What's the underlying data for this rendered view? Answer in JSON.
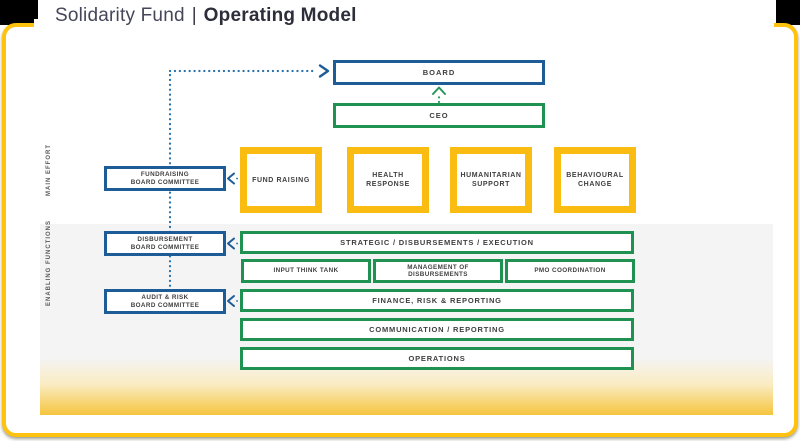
{
  "title": {
    "name": "Solidarity Fund",
    "separator": "|",
    "emphasis": "Operating Model"
  },
  "side_labels": {
    "main_effort": "MAIN EFFORT",
    "enabling_functions": "ENABLING FUNCTIONS"
  },
  "governance": {
    "board": "BOARD",
    "ceo": "CEO"
  },
  "committees": [
    {
      "line1": "FUNDRAISING",
      "line2": "BOARD COMMITTEE"
    },
    {
      "line1": "DISBURSEMENT",
      "line2": "BOARD COMMITTEE"
    },
    {
      "line1": "AUDIT & RISK",
      "line2": "BOARD COMMITTEE"
    }
  ],
  "main_effort_pillars": [
    {
      "line1": "FUND RAISING",
      "line2": ""
    },
    {
      "line1": "HEALTH",
      "line2": "RESPONSE"
    },
    {
      "line1": "HUMANITARIAN",
      "line2": "SUPPORT"
    },
    {
      "line1": "BEHAVIOURAL",
      "line2": "CHANGE"
    }
  ],
  "enabling_rows": {
    "strategic": "STRATEGIC / DISBURSEMENTS / EXECUTION",
    "sub": [
      {
        "line1": "INPUT THINK TANK",
        "line2": ""
      },
      {
        "line1": "MANAGEMENT OF",
        "line2": "DISBURSEMENTS"
      },
      {
        "line1": "PMO COORDINATION",
        "line2": ""
      }
    ],
    "finance": "FINANCE, RISK & REPORTING",
    "communication": "COMMUNICATION / REPORTING",
    "operations": "OPERATIONS"
  },
  "colors": {
    "committee_blue": "#1D5C96",
    "enabling_green": "#1F9150",
    "pillar_yellow": "#FBBC12",
    "card_border_yellow": "#FFC20E",
    "band_gray": "#F4F4F4",
    "band_gradient_yellow": "#F5C53E",
    "label_text": "#3F3F3F"
  }
}
